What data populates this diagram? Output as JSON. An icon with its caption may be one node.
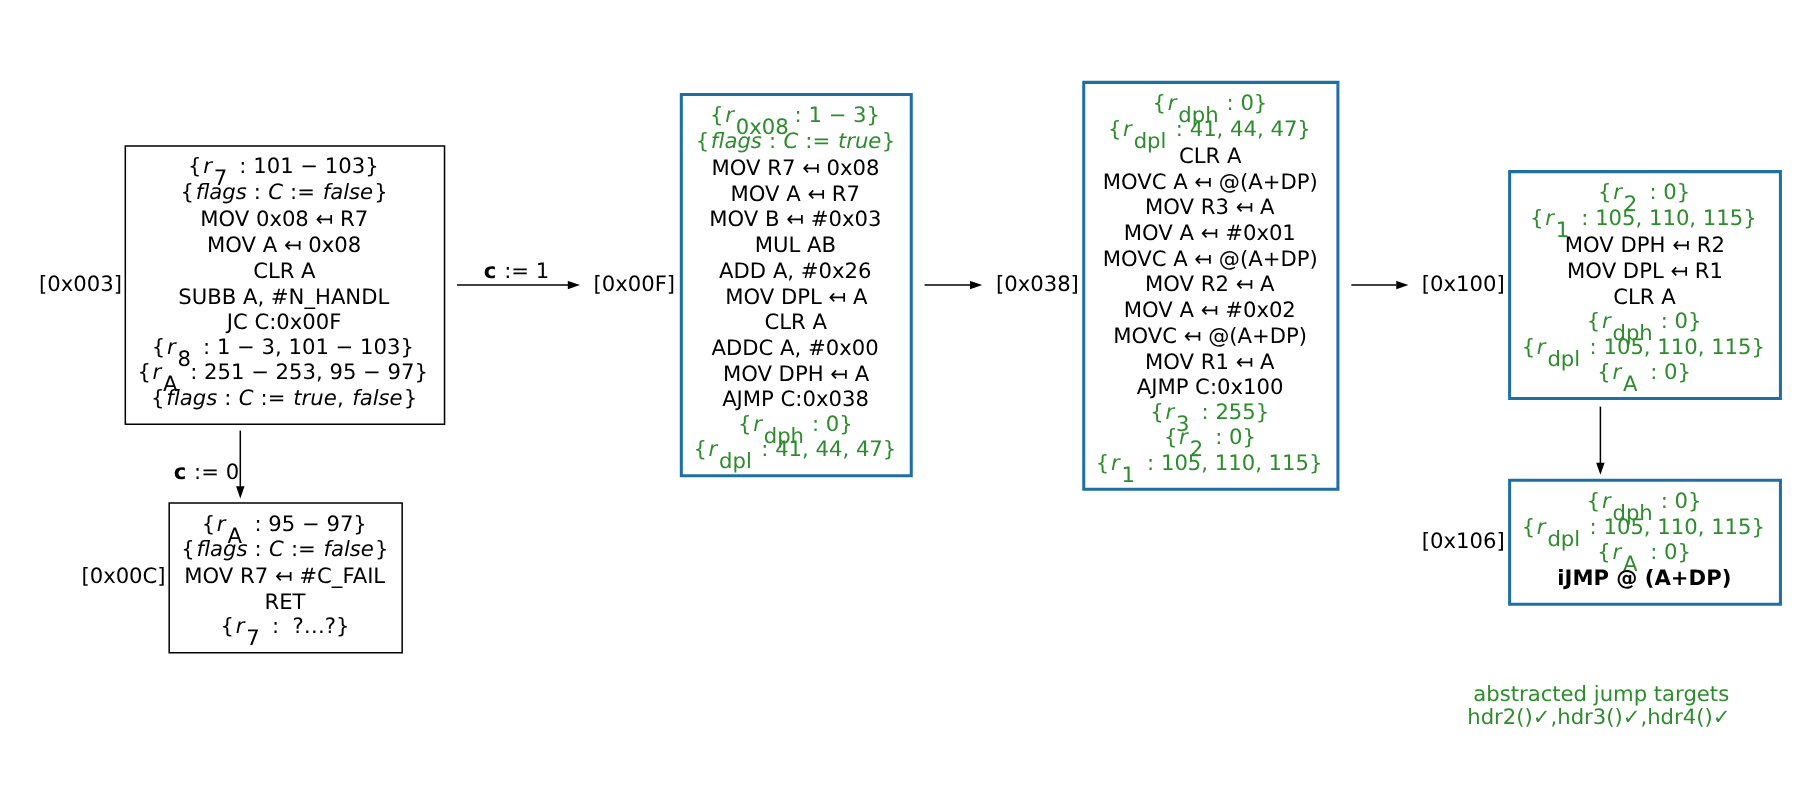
{
  "diagram": {
    "nodes": [
      {
        "text": [
          "{*r*$_{7}$ : 101 − 103}",
          "{*flags* : *C* := *false*}",
          "MOV 0x08 ↤ R7",
          "MOV A ↤ 0x08",
          "CLR A",
          "SUBB A, #N_HANDL",
          "JC C:0x00F",
          "{*r*$_{8}$ : 1 − 3, 101 − 103}",
          "{*r*$_{A}$ : 251 − 253, 95 − 97}",
          "{*flags* : *C* := *true*, *false*}"
        ],
        "beside": [
          "[0x003]"
        ]
      },
      {
        "text": [
          "{*r*$_{A}$ : 95 − 97}",
          "{*flags* : *C* := *false*}",
          "MOV R7 ↤ #C_FAIL",
          "RET",
          "{*r*$_{7}$ :  ?…?}"
        ],
        "beside": [
          "[0x00C]"
        ]
      },
      {
        "text": [
          "{*r*$_{0x08}$ : 1 − 3}",
          "{*flags* : *C* := *true*}",
          "MOV R7 ↤ 0x08",
          "MOV A ↤ R7",
          "MOV B ↤ #0x03",
          "MUL AB",
          "ADD A, #0x26",
          "MOV DPL ↤ A",
          "CLR A",
          "ADDC A, #0x00",
          "MOV DPH ↤ A",
          "AJMP C:0x038",
          "{*r*$_{dph}$ : 0}",
          "{*r*$_{dpl}$ : 41, 44, 47}"
        ],
        "beside": [
          "[0x00F]"
        ]
      },
      {
        "text": [
          "{*r*$_{dph}$ : 0}",
          "{*r*$_{dpl}$ : 41, 44, 47}",
          "CLR A",
          "MOVC A ↤ @(A+DP)",
          "MOV R3 ↤ A",
          "MOV A ↤ #0x01",
          "MOVC A ↤ @(A+DP)",
          "MOV R2 ↤ A",
          "MOV A ↤ #0x02",
          "MOVC ↤ @(A+DP)",
          "MOV R1 ↤ A",
          "AJMP C:0x100",
          "{*r*$_{3}$ : 255}",
          "{*r*$_{2}$ : 0}",
          "{*r*$_{1}$ : 105, 110, 115}"
        ],
        "beside": [
          "[0x038]"
        ]
      },
      {
        "text": [
          "{*r*$_{2}$ : 0}",
          "{*r*$_{1}$ : 105, 110, 115}",
          "MOV DPH ↤ R2",
          "MOV DPL ↤ R1",
          "CLR A",
          "{*r*$_{dph}$ : 0}",
          "{*r*$_{dpl}$ : 105, 110, 115}",
          "{*r*$_{A}$ : 0}"
        ],
        "beside": [
          "[0x100]"
        ]
      },
      {
        "text": [
          "{*r*$_{dph}$ : 0}",
          "{*r*$_{dpl}$ : 105, 110, 115}",
          "{*r*$_{A}$ : 0}",
          "iJMP @ (A+DP)"
        ],
        "beside": [
          "[0x106]"
        ]
      }
    ],
    "edges": [
      {
        "from": 0,
        "to": 2,
        "arrow": "to",
        "label": "**c** := 1"
      },
      {
        "from": 0,
        "to": 1,
        "arrow": "to",
        "label": "**c** := 0"
      },
      {
        "from": 2,
        "to": 3,
        "arrow": "to"
      },
      {
        "from": 3,
        "to": 4,
        "arrow": "to"
      },
      {
        "from": 4,
        "to": 5,
        "arrow": "to"
      }
    ],
    "labels": [
      "abstracted jump targets",
      "hdr2()✓,hdr3()✓,hdr4()✓"
    ]
  }
}
